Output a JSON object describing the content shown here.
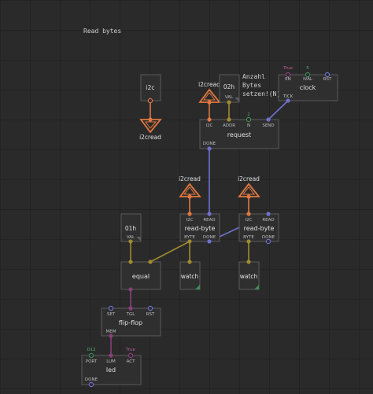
{
  "comments": {
    "read_bytes": "Read bytes",
    "anzahl_1": "Anzahl",
    "anzahl_2": "Bytes",
    "anzahl_3": "setzen!(N)"
  },
  "nodes": {
    "i2c_in": {
      "title": "i2c"
    },
    "i2cread_out": {
      "title": "i2cread"
    },
    "i2cread_a": {
      "title": "i2cread"
    },
    "i2cread_b": {
      "title": "i2cread"
    },
    "i2cread_c": {
      "title": "i2cread"
    },
    "addr": {
      "value": "02h",
      "pin": "VAL"
    },
    "hex01": {
      "value": "01h",
      "pin": "VAL"
    },
    "clock": {
      "title": "clock",
      "pins": [
        "EN",
        "IVAL",
        "RST"
      ],
      "out": "TICK",
      "en_value": "True",
      "ival_value": "5"
    },
    "request": {
      "title": "request",
      "pins": [
        "I2C",
        "ADDR",
        "N",
        "SEND"
      ],
      "out": "DONE",
      "n_value": "2"
    },
    "readbyte1": {
      "title": "read-byte",
      "top": [
        "I2C",
        "READ"
      ],
      "bottom": [
        "BYTE",
        "DONE"
      ]
    },
    "readbyte2": {
      "title": "read-byte",
      "top": [
        "I2C",
        "READ"
      ],
      "bottom": [
        "BYTE",
        "DONE"
      ]
    },
    "equal": {
      "title": "equal"
    },
    "watch1": {
      "title": "watch"
    },
    "watch2": {
      "title": "watch"
    },
    "flipflop": {
      "title": "flip-flop",
      "pins": [
        "SET",
        "TGL",
        "RST"
      ],
      "out": "MEM"
    },
    "led": {
      "title": "led",
      "pins": [
        "PORT",
        "LUM",
        "ACT"
      ],
      "out": "DONE",
      "port_value": "D12",
      "act_value": "True"
    }
  },
  "colors": {
    "i2c": "#e07840",
    "pulse": "#7070d0",
    "byte": "#a08a30",
    "boolean": "#8a3f7a",
    "number": "#3f8a5a",
    "node_border": "#5a5a5a"
  }
}
